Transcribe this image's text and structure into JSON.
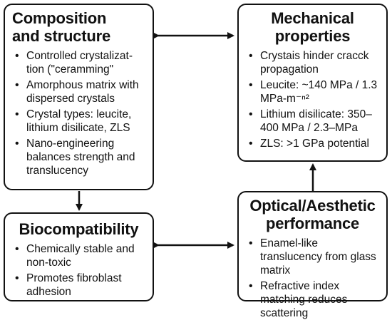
{
  "boxes": {
    "composition": {
      "title_line1": "Composition",
      "title_line2": "and structure",
      "items": [
        "Controlled crystalizat- tion (\"ceramming\"",
        "Amorphous matrix with dispersed crystals",
        "Crystal types: leucite, lithium disilicate, ZLS",
        "Nano-engineering balances strength and translucency"
      ]
    },
    "mechanical": {
      "title_line1": "Mechanical",
      "title_line2": "properties",
      "items": [
        "Crystais hinder cracck propagation",
        "Leucite: ~140 MPa / 1.3 MPa-m⁻ⁿ²",
        "Lithium disilicate: 350–400 MPa / 2.3–MPa",
        "ZLS: >1 GPa potential"
      ]
    },
    "biocompatibility": {
      "title_line1": "Biocompatibility",
      "items": [
        "Chemically stable and non-toxic",
        "Promotes fibroblast adhesion"
      ]
    },
    "optical": {
      "title_line1": "Optical/Aesthetic",
      "title_line2": "performance",
      "items": [
        "Enamel-like translucency from glass matrix",
        "Refractive index matching reduces scattering"
      ]
    }
  },
  "colors": {
    "stroke": "#111111",
    "background": "#ffffff"
  }
}
